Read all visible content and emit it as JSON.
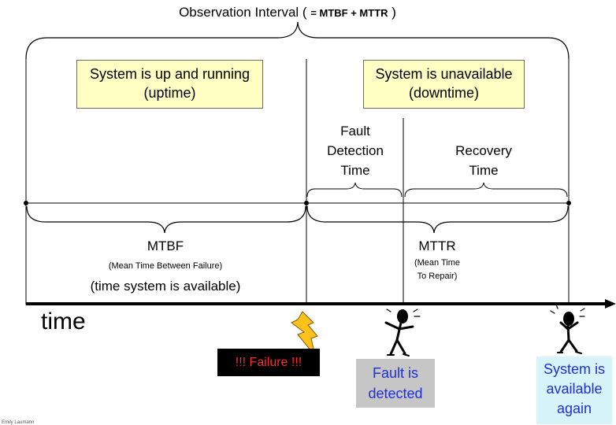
{
  "title": {
    "main": "Observation Interval",
    "paren_open": " ( ",
    "formula": "= MTBF + MTTR",
    "paren_close": " )"
  },
  "uptime_box": {
    "line1": "System is up and running",
    "line2": "(uptime)"
  },
  "downtime_box": {
    "line1": "System is unavailable",
    "line2": "(downtime)"
  },
  "fault_detection": {
    "line1": "Fault",
    "line2": "Detection",
    "line3": "Time"
  },
  "recovery": {
    "line1": "Recovery",
    "line2": "Time"
  },
  "mtbf": {
    "label": "MTBF",
    "expansion": "(Mean Time Between Failure)",
    "note": "(time system is available)"
  },
  "mttr": {
    "label": "MTTR",
    "expansion_line1": "(Mean Time",
    "expansion_line2": "To Repair)"
  },
  "axis_label": "time",
  "events": {
    "failure": "!!! Failure !!!",
    "detected_line1": "Fault is",
    "detected_line2": "detected",
    "available_line1": "System is",
    "available_line2": "available",
    "available_line3": "again"
  },
  "author": "Emily Laumann",
  "icons": [
    "lightning-icon",
    "stick-figure-surprised-icon",
    "stick-figure-happy-icon"
  ],
  "colors": {
    "yellow_box": "#ffffc4",
    "failure_text": "#ff2a2a",
    "event_text": "#1f2fd8",
    "detected_bg": "#c6c6c6",
    "available_bg": "#d7f4fb",
    "lightning": "#ffc21a"
  }
}
